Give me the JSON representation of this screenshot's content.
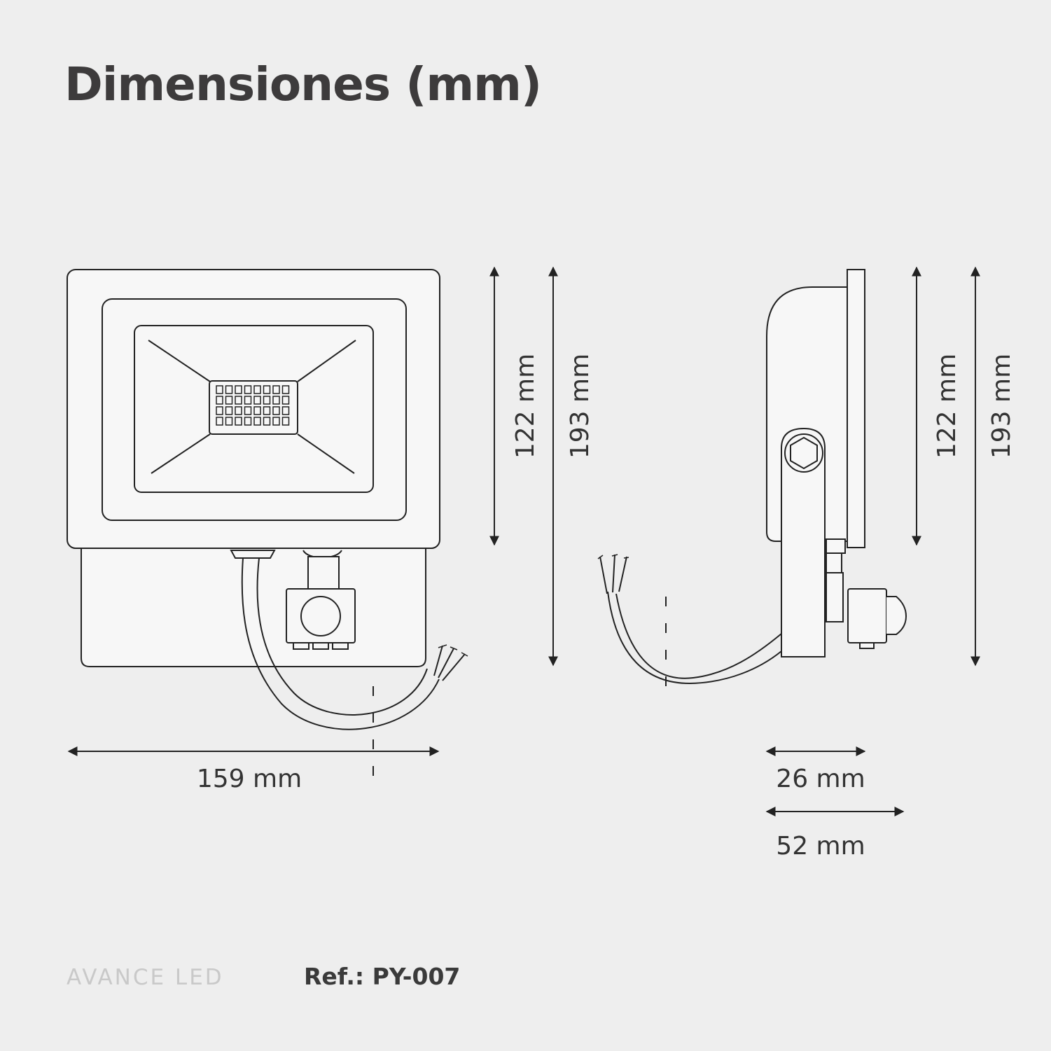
{
  "title": "Dimensiones (mm)",
  "front_view": {
    "width_label": "159 mm",
    "height_label": "122 mm",
    "total_height_label": "193 mm"
  },
  "side_view": {
    "height_label": "122 mm",
    "total_height_label": "193 mm",
    "depth_label": "26 mm",
    "total_depth_label": "52 mm"
  },
  "footer": {
    "brand": "AVANCE LED",
    "reference": "Ref.: PY-007"
  },
  "colors": {
    "background": "#eeeeee",
    "stroke": "#222222",
    "text": "#3a3a3a"
  }
}
